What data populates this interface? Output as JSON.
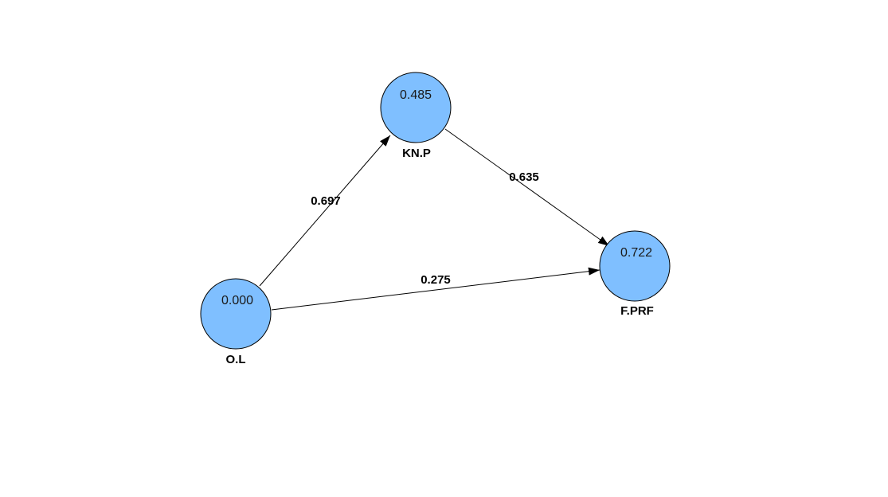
{
  "colors": {
    "node_fill": "#7fbfff",
    "node_stroke": "#000000",
    "edge": "#000000",
    "background": "#ffffff"
  },
  "nodes": [
    {
      "id": "OL",
      "label": "O.L",
      "value": "0.000"
    },
    {
      "id": "KNP",
      "label": "KN.P",
      "value": "0.485"
    },
    {
      "id": "FPRF",
      "label": "F.PRF",
      "value": "0.722"
    }
  ],
  "edges": [
    {
      "from": "OL",
      "to": "KNP",
      "coefficient": "0.697"
    },
    {
      "from": "KNP",
      "to": "FPRF",
      "coefficient": "0.635"
    },
    {
      "from": "OL",
      "to": "FPRF",
      "coefficient": "0.275"
    }
  ]
}
